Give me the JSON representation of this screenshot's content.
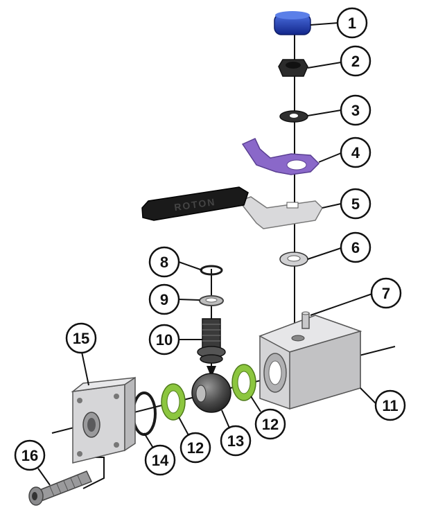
{
  "callouts": [
    {
      "label": "1",
      "part": "cap"
    },
    {
      "label": "2",
      "part": "hex-nut"
    },
    {
      "label": "3",
      "part": "washer"
    },
    {
      "label": "4",
      "part": "stop-plate"
    },
    {
      "label": "5",
      "part": "handle"
    },
    {
      "label": "6",
      "part": "washer"
    },
    {
      "label": "7",
      "part": "stop-pin"
    },
    {
      "label": "8",
      "part": "o-ring"
    },
    {
      "label": "9",
      "part": "packing-ring"
    },
    {
      "label": "10",
      "part": "stem"
    },
    {
      "label": "11",
      "part": "valve-body"
    },
    {
      "label": "12",
      "part": "seat"
    },
    {
      "label": "12",
      "part": "seat"
    },
    {
      "label": "13",
      "part": "ball"
    },
    {
      "label": "14",
      "part": "o-ring"
    },
    {
      "label": "15",
      "part": "end-cap"
    },
    {
      "label": "16",
      "part": "cap-screw"
    }
  ],
  "handle_brand": "ROTON",
  "colors": {
    "cap": "#1f3fa8",
    "stop_plate": "#8a68c9",
    "seat": "#8cc63f",
    "metal": "#cfd0d2",
    "handle_grip": "#1a1a1a",
    "dark_part": "#2b2b2b"
  }
}
